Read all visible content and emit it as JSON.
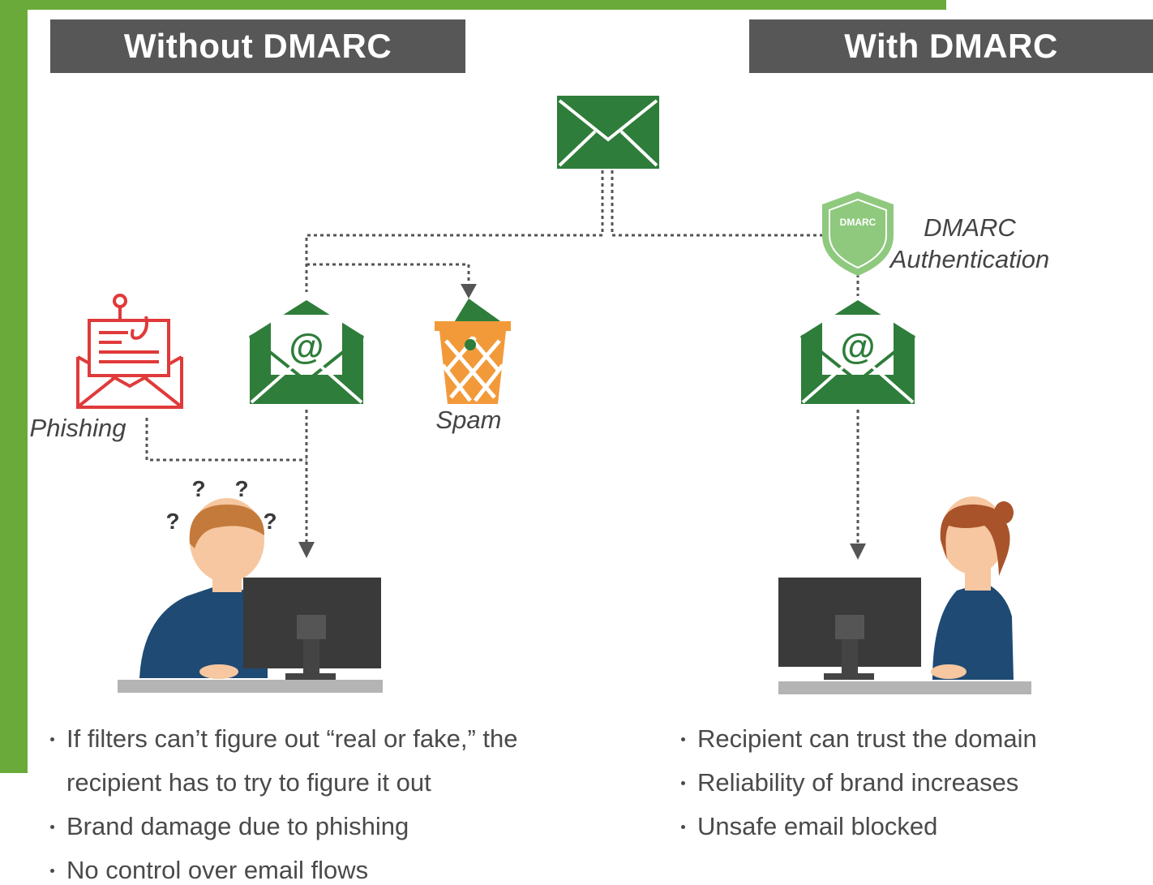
{
  "headers": {
    "without": "Without DMARC",
    "with": "With DMARC"
  },
  "labels": {
    "phishing": "Phishing",
    "spam": "Spam",
    "dmarc_line1": "DMARC",
    "dmarc_line2": "Authentication",
    "shield_text": "DMARC",
    "at_symbol": "@",
    "question": "?"
  },
  "bullets_without": [
    "If filters can’t figure out “real or fake,” the recipient has to try to figure it out",
    "Brand damage due to phishing",
    "No control over email flows"
  ],
  "bullets_with": [
    "Recipient can trust the domain",
    "Reliability of brand increases",
    "Unsafe email blocked"
  ],
  "colors": {
    "accent_green": "#6aaa3a",
    "envelope_green": "#2e7d3a",
    "header_gray": "#575757",
    "phishing_red": "#e03a3a",
    "spam_orange": "#f29a3a",
    "shirt_blue": "#1e4a74",
    "skin": "#f6c7a0",
    "hair_man": "#c47a3b",
    "hair_woman": "#a8532a",
    "monitor": "#3a3a3a"
  },
  "icons": [
    "envelope-icon",
    "shield-icon",
    "open-envelope-icon",
    "phishing-icon",
    "trash-icon",
    "person-icon",
    "monitor-icon"
  ]
}
